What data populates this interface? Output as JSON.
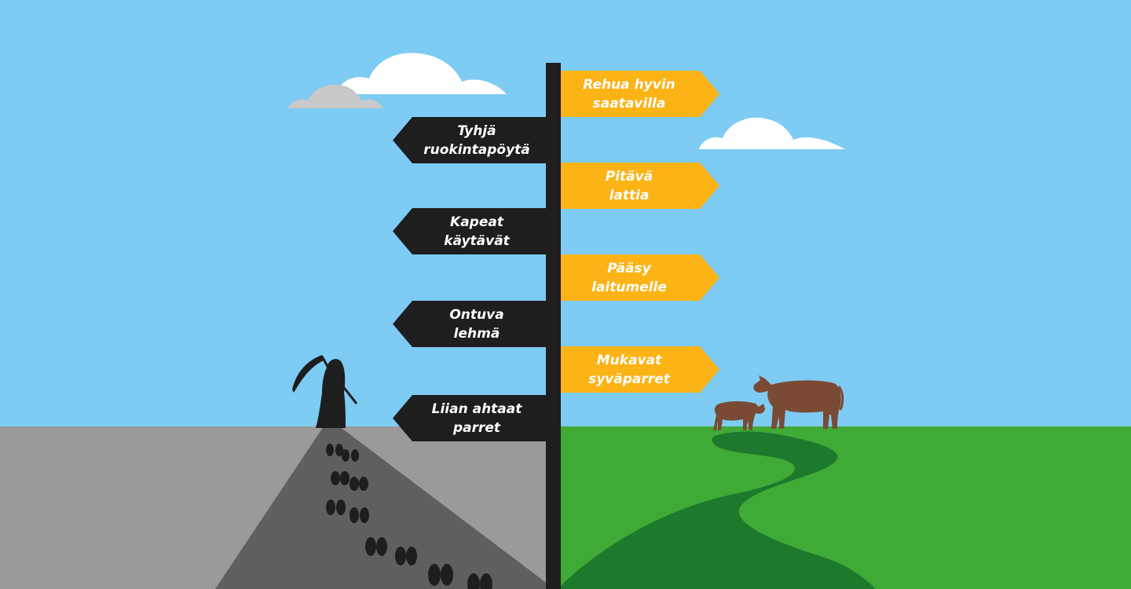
{
  "colors": {
    "sky": "#7ecbf3",
    "ground_left": "#9a9a9a",
    "path_left": "#5f5f5f",
    "ground_right": "#3faa36",
    "path_right": "#1d7a2c",
    "post": "#1e1e1e",
    "sign_left": "#1e1e1e",
    "sign_right": "#fbb316",
    "cow": "#7a4a35"
  },
  "signs": {
    "left": [
      {
        "line1": "Tyhjä",
        "line2": "ruokintapöytä"
      },
      {
        "line1": "Kapeat",
        "line2": "käytävät"
      },
      {
        "line1": "Ontuva",
        "line2": "lehmä"
      },
      {
        "line1": "Liian ahtaat",
        "line2": "parret"
      }
    ],
    "right": [
      {
        "line1": "Rehua hyvin",
        "line2": "saatavilla"
      },
      {
        "line1": "Pitävä",
        "line2": "lattia"
      },
      {
        "line1": "Pääsy",
        "line2": "laitumelle"
      },
      {
        "line1": "Mukavat",
        "line2": "syväparret"
      }
    ]
  },
  "icons": {
    "reaper": "grim-reaper-icon",
    "hoofprint": "hoofprint-icon",
    "cow": "cow-icon",
    "calf": "calf-icon",
    "cloud": "cloud-icon"
  }
}
